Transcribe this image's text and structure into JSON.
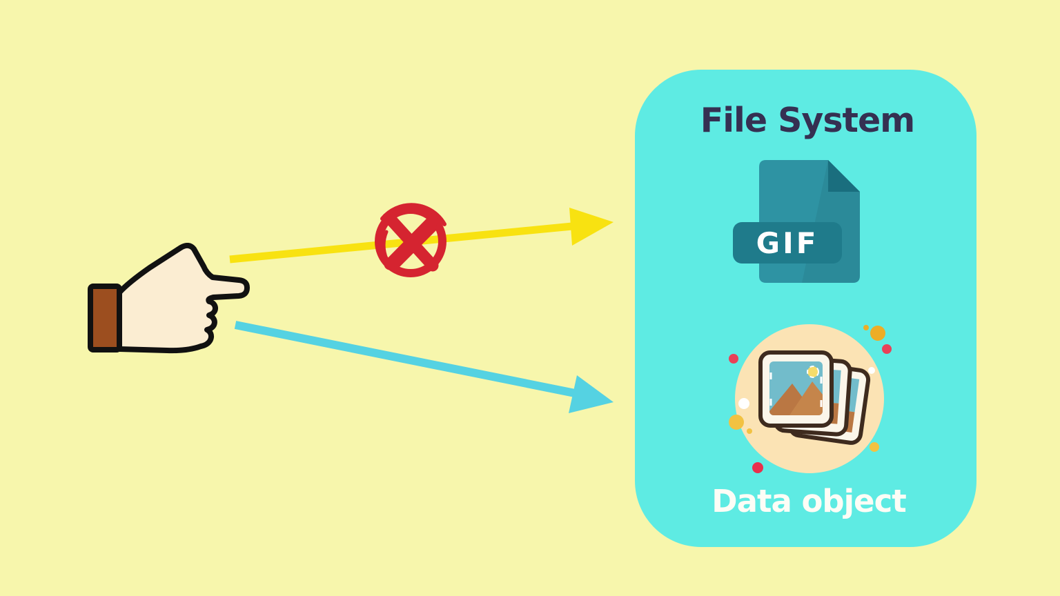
{
  "colors": {
    "background": "#F7F6AC",
    "panel": "#5EEBE3",
    "title-text": "#353052",
    "arrow-yellow": "#F8E211",
    "arrow-cyan": "#55D2E2",
    "cross-red": "#D52430",
    "doc-teal": "#2E93A3",
    "doc-fold": "#1A6E7E",
    "badge-teal": "#1F7B8B",
    "icon-cream": "#FBE3B4",
    "caption-text": "#FDFDF6",
    "hand-skin": "#FBEDD2",
    "cuff-brown": "#9C4E1F"
  },
  "hand": {
    "icon": "pointing-hand-icon"
  },
  "arrows": {
    "to_file_system": {
      "color": "#F8E211",
      "marker": "x-in-circle"
    },
    "to_data_object": {
      "color": "#55D2E2"
    }
  },
  "panel": {
    "title": "File System",
    "gif_file": {
      "icon": "gif-file-icon",
      "badge_label": "GIF"
    },
    "data_object": {
      "icon": "photo-stack-icon",
      "caption": "Data object"
    }
  }
}
